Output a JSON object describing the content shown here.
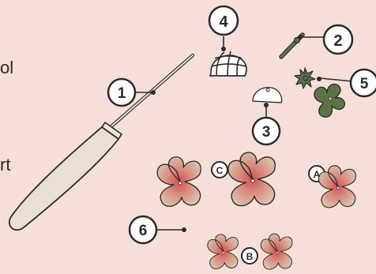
{
  "colors": {
    "background": "#f6dfd8",
    "outline": "#2a2a2a",
    "handle": "#e9dfd2",
    "green": "#5e7248",
    "petal_light": "#d7b6a2",
    "petal_center": "#cf5455",
    "white": "#ffffff"
  },
  "edge_text": {
    "line1": "ol",
    "line2": "rt"
  },
  "callouts": {
    "c1": "1",
    "c2": "2",
    "c3": "3",
    "c4": "4",
    "c5": "5",
    "c6": "6",
    "a": "A",
    "b": "B",
    "c": "C"
  },
  "icons": [
    "needle-tool-icon",
    "green-pin-icon",
    "dome-cap-icon",
    "mesh-cage-icon",
    "green-star-flower-icon",
    "green-flower-icon",
    "pink-flower-icon"
  ]
}
